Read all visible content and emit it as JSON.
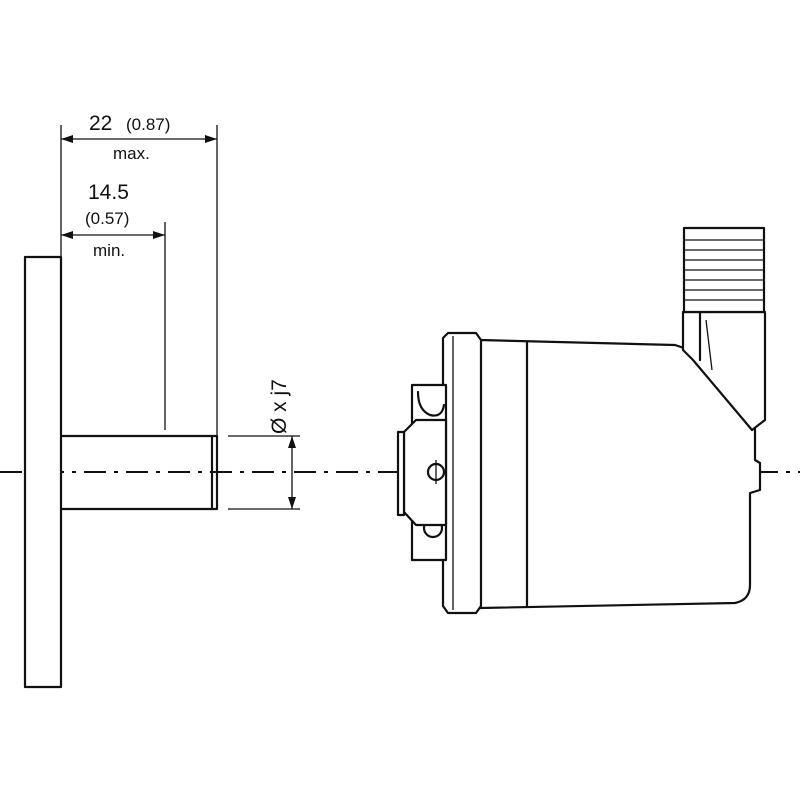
{
  "dimensions": {
    "max_length": {
      "value": "22",
      "inch": "(0.87)",
      "qualifier": "max."
    },
    "min_length": {
      "value": "14.5",
      "inch": "(0.57)",
      "qualifier": "min."
    },
    "shaft_diameter": {
      "label": "Ø x j7"
    }
  }
}
